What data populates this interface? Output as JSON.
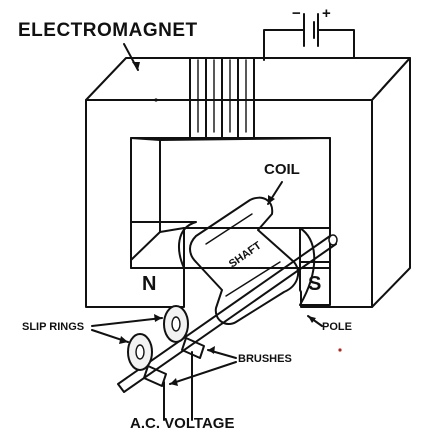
{
  "labels": {
    "electromagnet": "ELECTROMAGNET",
    "coil": "COIL",
    "shaft": "SHAFT",
    "north": "N",
    "south": "S",
    "pole": "POLE",
    "slip_rings": "SLIP RINGS",
    "brushes": "BRUSHES",
    "ac_voltage": "A.C. VOLTAGE",
    "battery_minus": "−",
    "battery_plus": "+"
  },
  "colors": {
    "ink": "#111111",
    "magnet_body": "#d6d6d6",
    "magnet_front": "#c9c9c9",
    "background": "#ffffff"
  }
}
